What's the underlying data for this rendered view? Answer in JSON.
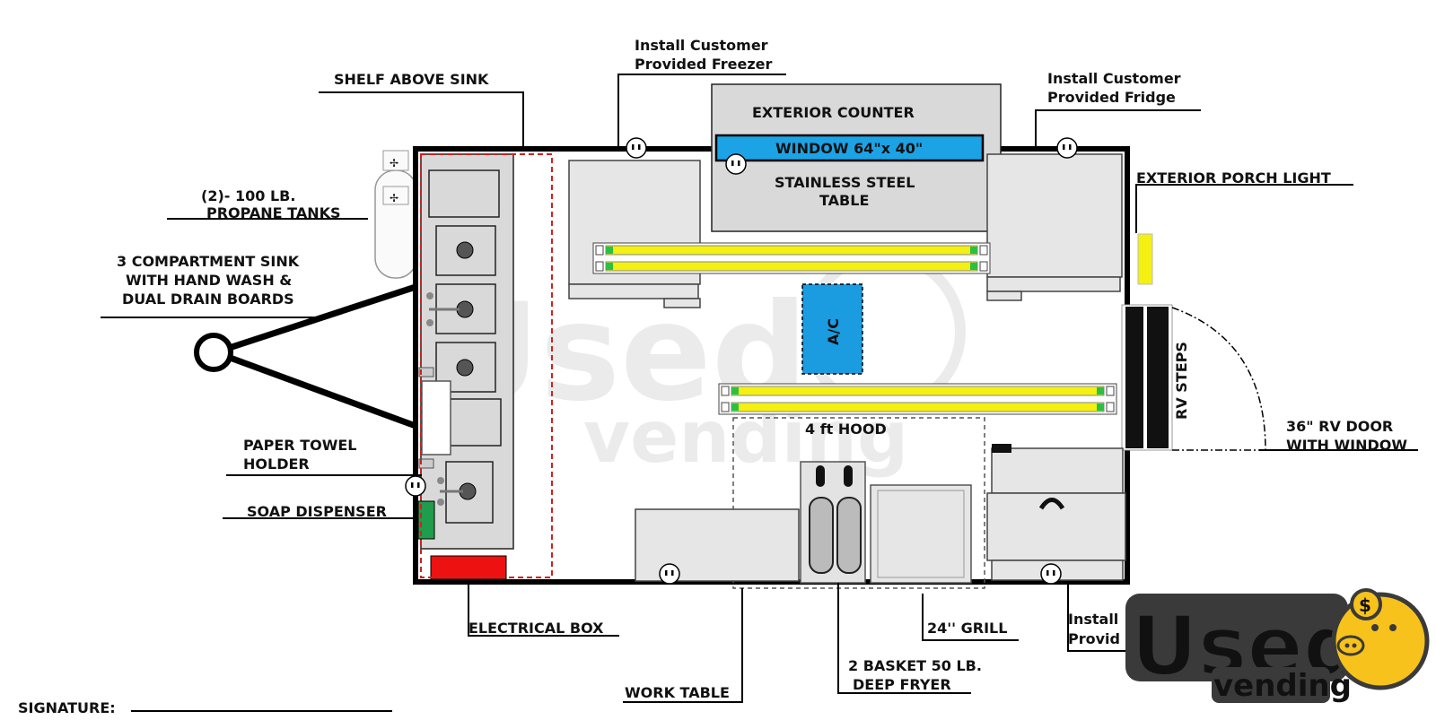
{
  "labels": {
    "shelf_above_sink": "SHELF ABOVE SINK",
    "freezer_l1": "Install Customer",
    "freezer_l2": "Provided Freezer",
    "fridge_l1": "Install Customer",
    "fridge_l2": "Provided Fridge",
    "exterior_counter": "EXTERIOR COUNTER",
    "window": "WINDOW 64\"x 40\"",
    "steel_table_l1": "STAINLESS STEEL",
    "steel_table_l2": "TABLE",
    "porch_light": "EXTERIOR PORCH LIGHT",
    "propane_l1": "(2)- 100 LB.",
    "propane_l2": "PROPANE TANKS",
    "sink_l1": "3 COMPARTMENT SINK",
    "sink_l2": "WITH HAND WASH &",
    "sink_l3": "DUAL DRAIN BOARDS",
    "ac": "A/C",
    "rv_steps": "RV STEPS",
    "rv_door_l1": "36\" RV DOOR",
    "rv_door_l2": "WITH WINDOW",
    "hood": "4 ft HOOD",
    "paper_towel_l1": "PAPER TOWEL",
    "paper_towel_l2": "HOLDER",
    "soap": "SOAP DISPENSER",
    "electrical_box": "ELECTRICAL BOX",
    "grill": "24'' GRILL",
    "install_partial_l1": "Install",
    "install_partial_l2": "Provid",
    "fryer_l1": "2 BASKET 50 LB.",
    "fryer_l2": "DEEP FRYER",
    "work_table": "WORK TABLE",
    "signature": "SIGNATURE:"
  },
  "watermark": {
    "word1": "Used",
    "word2": "vending",
    "dollar": "$"
  },
  "colors": {
    "window_blue": "#1ca3e6",
    "ac_blue": "#1b9be0",
    "light_yellow": "#f4f011",
    "electrical_red": "#ee1111",
    "soap_green": "#1f9d4c",
    "logo_yellow": "#f7c21b",
    "logo_dark": "#3a3a3a",
    "dashed_red": "#cc2222"
  }
}
